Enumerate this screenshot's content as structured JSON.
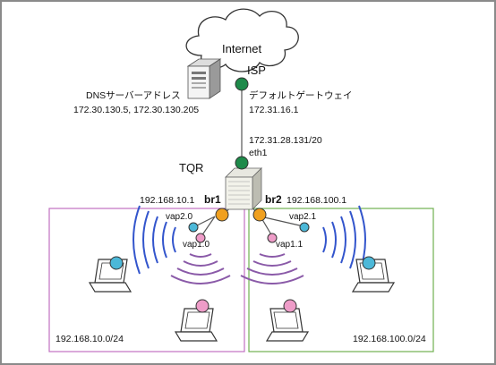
{
  "cloud": {
    "label": "Internet"
  },
  "isp": {
    "label": "ISP",
    "gateway_label": "デフォルトゲートウェイ",
    "gateway_ip": "172.31.16.1"
  },
  "dns": {
    "label": "DNSサーバーアドレス",
    "ips": "172.30.130.5, 172.30.130.205"
  },
  "tqr": {
    "label": "TQR",
    "wan_ip": "172.31.28.131/20",
    "wan_if": "eth1"
  },
  "br1": {
    "name": "br1",
    "ip": "192.168.10.1",
    "network": "192.168.10.0/24",
    "vaps": [
      "vap2.0",
      "vap1.0"
    ]
  },
  "br2": {
    "name": "br2",
    "ip": "192.168.100.1",
    "network": "192.168.100.0/24",
    "vaps": [
      "vap2.1",
      "vap1.1"
    ]
  },
  "colors": {
    "green_node": "#1e8a4a",
    "orange_node": "#f0a020",
    "blue_node": "#4cb8d8",
    "pink_node": "#ee9cc8",
    "blue_wave": "#3355cc",
    "purple_wave": "#8a5aa8",
    "br1_box": "#c070c0",
    "br2_box": "#70b050",
    "line": "#555555"
  }
}
